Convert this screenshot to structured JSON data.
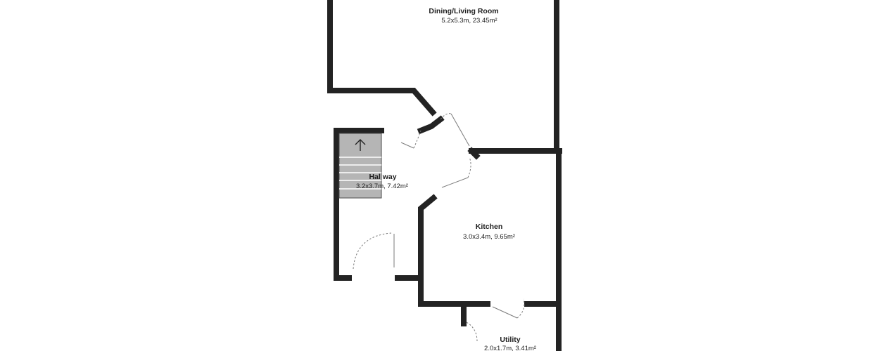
{
  "rooms": {
    "dining_living": {
      "name": "Dining/Living Room",
      "dims": "5.2x5.3m, 23.45m²"
    },
    "hallway": {
      "name": "Hal way",
      "dims": "3.2x3.7m, 7.42m²"
    },
    "kitchen": {
      "name": "Kitchen",
      "dims": "3.0x3.4m, 9.65m²"
    },
    "utility": {
      "name": "Utility",
      "dims": "2.0x1.7m, 3.41m²"
    }
  },
  "stairs": {
    "direction_icon": "up-arrow-icon"
  },
  "colors": {
    "wall": "#232323",
    "stairs": "#b5b5b5",
    "door": "#7a7a7a",
    "text": "#1e1e1e"
  }
}
